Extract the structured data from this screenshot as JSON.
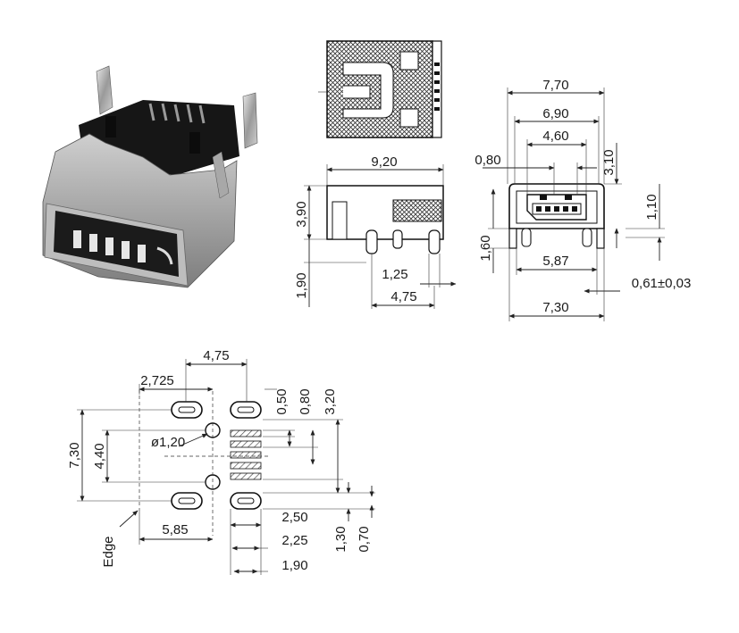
{
  "photo": {
    "name": "mini-usb-connector-photo"
  },
  "top_view": {
    "name": "top-view"
  },
  "side_view": {
    "dims": {
      "width": "9,20",
      "height": "3,90",
      "leg": "1,90",
      "pin_offset": "1,25",
      "pin_span": "4,75"
    }
  },
  "front_view": {
    "dims": {
      "overall": "7,70",
      "shell": "6,90",
      "opening": "4,60",
      "side": "0,80",
      "height": "3,10",
      "pin_height": "1,10",
      "base": "1,60",
      "legs": "5,87",
      "pitch_tol": "0,61±0,03",
      "foot": "7,30"
    }
  },
  "footprint": {
    "dims": {
      "pad_span": "4,75",
      "edge_offset": "2,725",
      "hole": "ø1,20",
      "d050": "0,50",
      "d080": "0,80",
      "d320": "3,20",
      "v730": "7,30",
      "v440": "4,40",
      "d585": "5,85",
      "d250": "2,50",
      "d225": "2,25",
      "d190": "1,90",
      "d130": "1,30",
      "d070": "0,70"
    },
    "edge_label": "Edge"
  }
}
